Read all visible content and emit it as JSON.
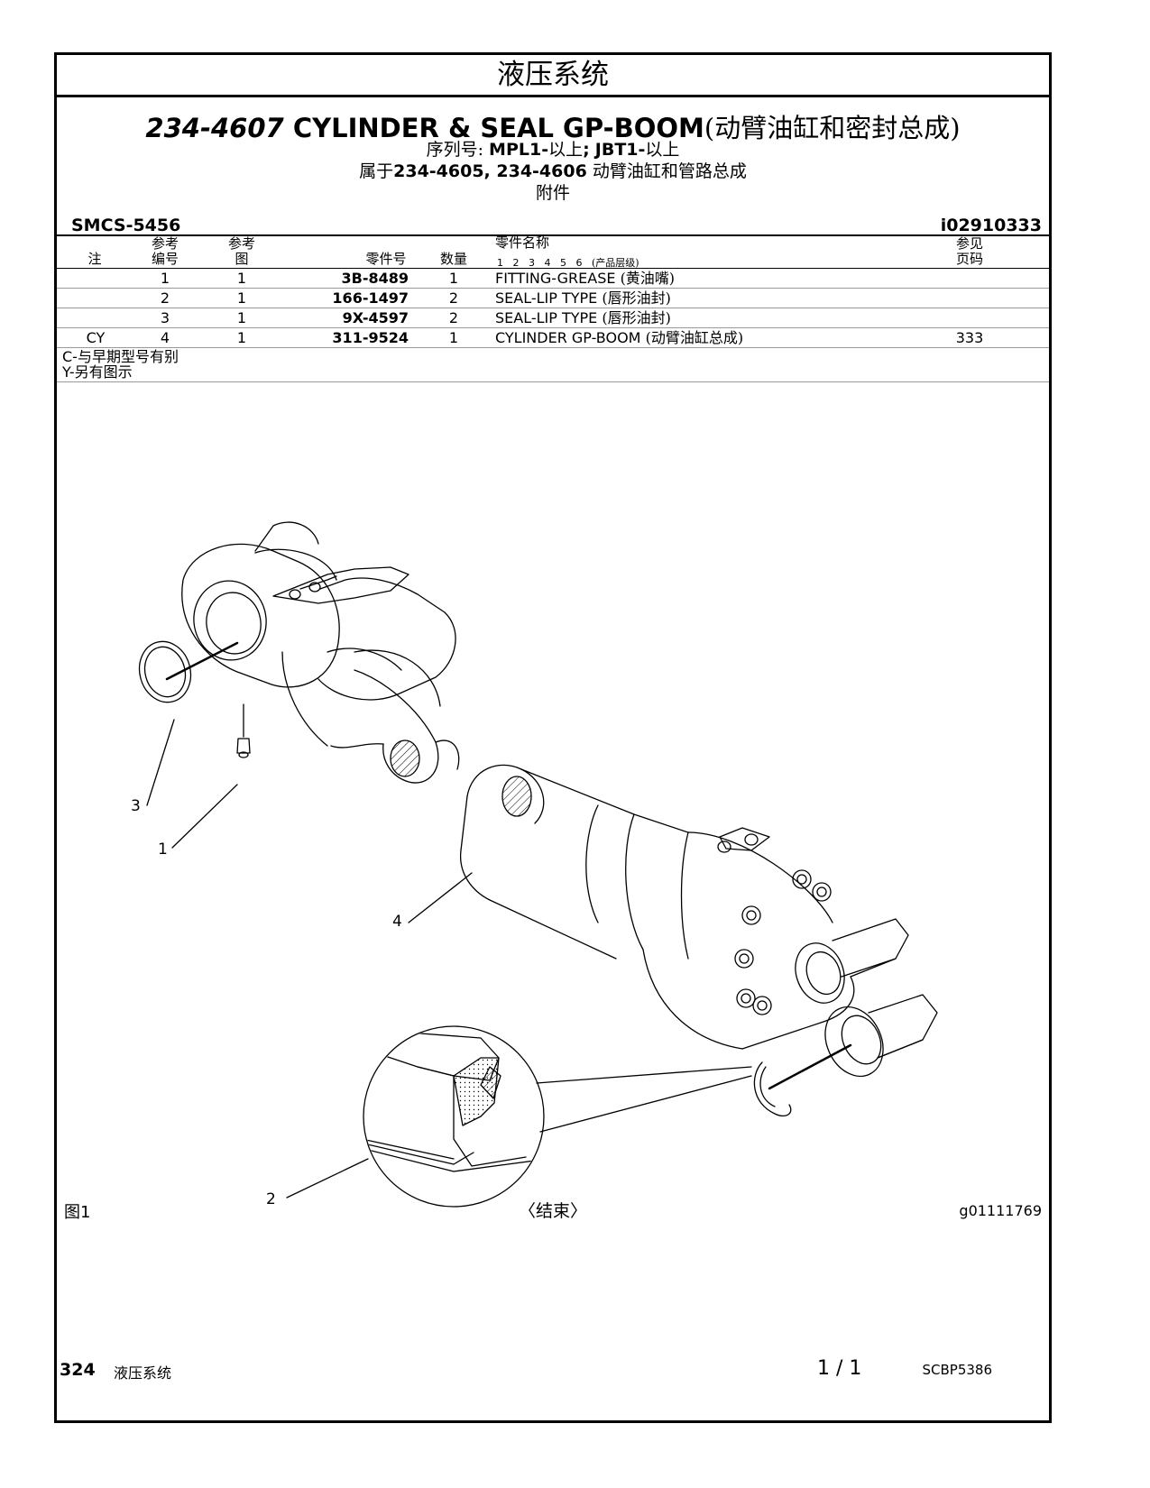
{
  "header": {
    "section_title": "液压系统",
    "group_part_number": "234-4607",
    "group_name": "CYLINDER & SEAL GP-BOOM",
    "group_name_cn": "(动臂油缸和密封总成)",
    "serial_label": "序列号:",
    "serial_1": "MPL1-",
    "serial_1_suffix": "以上",
    "serial_sep": ";",
    "serial_2": "JBT1-",
    "serial_2_suffix": "以上",
    "belongs_prefix": "属于",
    "belongs_parts": "234-4605, 234-4606",
    "belongs_desc": "动臂油缸和管路总成",
    "attachment": "附件",
    "smcs": "SMCS-5456",
    "illustration_id": "i02910333"
  },
  "table": {
    "columns": {
      "note": "注",
      "ref_top": "参考",
      "ref_bottom": "编号",
      "fig_top": "参考",
      "fig_bottom": "图",
      "part_no": "零件号",
      "qty": "数量",
      "name": "零件名称",
      "levels": "1 2 3 4 5 6",
      "levels_note": "(产品层级)",
      "see_top": "参见",
      "see_bottom": "页码"
    },
    "rows": [
      {
        "note": "",
        "ref": "1",
        "fig": "1",
        "part": "3B-8489",
        "qty": "1",
        "name": "FITTING-GREASE",
        "name_cn": "(黄油嘴)",
        "page": ""
      },
      {
        "note": "",
        "ref": "2",
        "fig": "1",
        "part": "166-1497",
        "qty": "2",
        "name": "SEAL-LIP TYPE",
        "name_cn": "(唇形油封)",
        "page": ""
      },
      {
        "note": "",
        "ref": "3",
        "fig": "1",
        "part": "9X-4597",
        "qty": "2",
        "name": "SEAL-LIP TYPE",
        "name_cn": "(唇形油封)",
        "page": ""
      },
      {
        "note": "CY",
        "ref": "4",
        "fig": "1",
        "part": "311-9524",
        "qty": "1",
        "name": "CYLINDER GP-BOOM",
        "name_cn": "(动臂油缸总成)",
        "page": "333"
      }
    ],
    "footnotes": [
      {
        "code": "C-",
        "text": "与早期型号有别"
      },
      {
        "code": "Y-",
        "text": "另有图示"
      }
    ]
  },
  "figure": {
    "callouts": [
      "1",
      "2",
      "3",
      "4"
    ],
    "label": "图1",
    "end_text": "〈结束〉",
    "graphic_id": "g01111769"
  },
  "footer": {
    "page_number": "324",
    "section": "液压系统",
    "pagination": "1 / 1",
    "doc_id": "SCBP5386"
  }
}
